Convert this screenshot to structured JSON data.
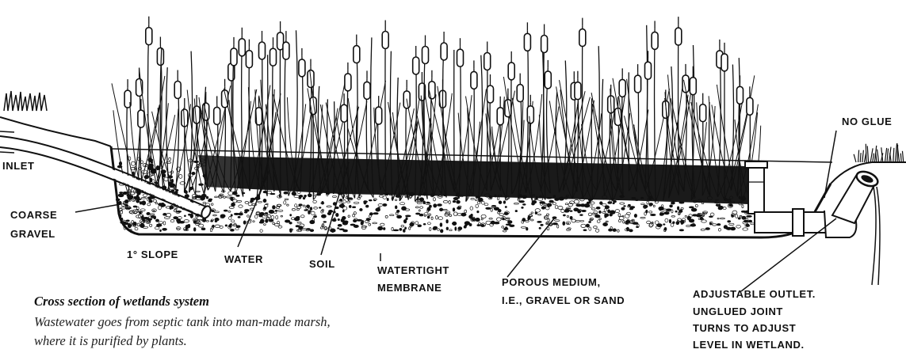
{
  "labels": {
    "inlet": "INLET",
    "coarse_gravel_1": "COARSE",
    "coarse_gravel_2": "GRAVEL",
    "slope": "1° SLOPE",
    "water": "WATER",
    "soil": "SOIL",
    "membrane_1": "WATERTIGHT",
    "membrane_2": "MEMBRANE",
    "porous_1": "POROUS MEDIUM,",
    "porous_2": "I.E., GRAVEL OR SAND",
    "no_glue": "NO GLUE",
    "outlet_1": "ADJUSTABLE OUTLET.",
    "outlet_2": "UNGLUED JOINT",
    "outlet_3": "TURNS TO ADJUST",
    "outlet_4": "LEVEL IN WETLAND."
  },
  "caption": {
    "title": "Cross section of wetlands system",
    "line1": "Wastewater goes from septic tank into man-made marsh,",
    "line2": "where it is purified by plants."
  },
  "colors": {
    "ink": "#111111",
    "paper": "#ffffff"
  }
}
